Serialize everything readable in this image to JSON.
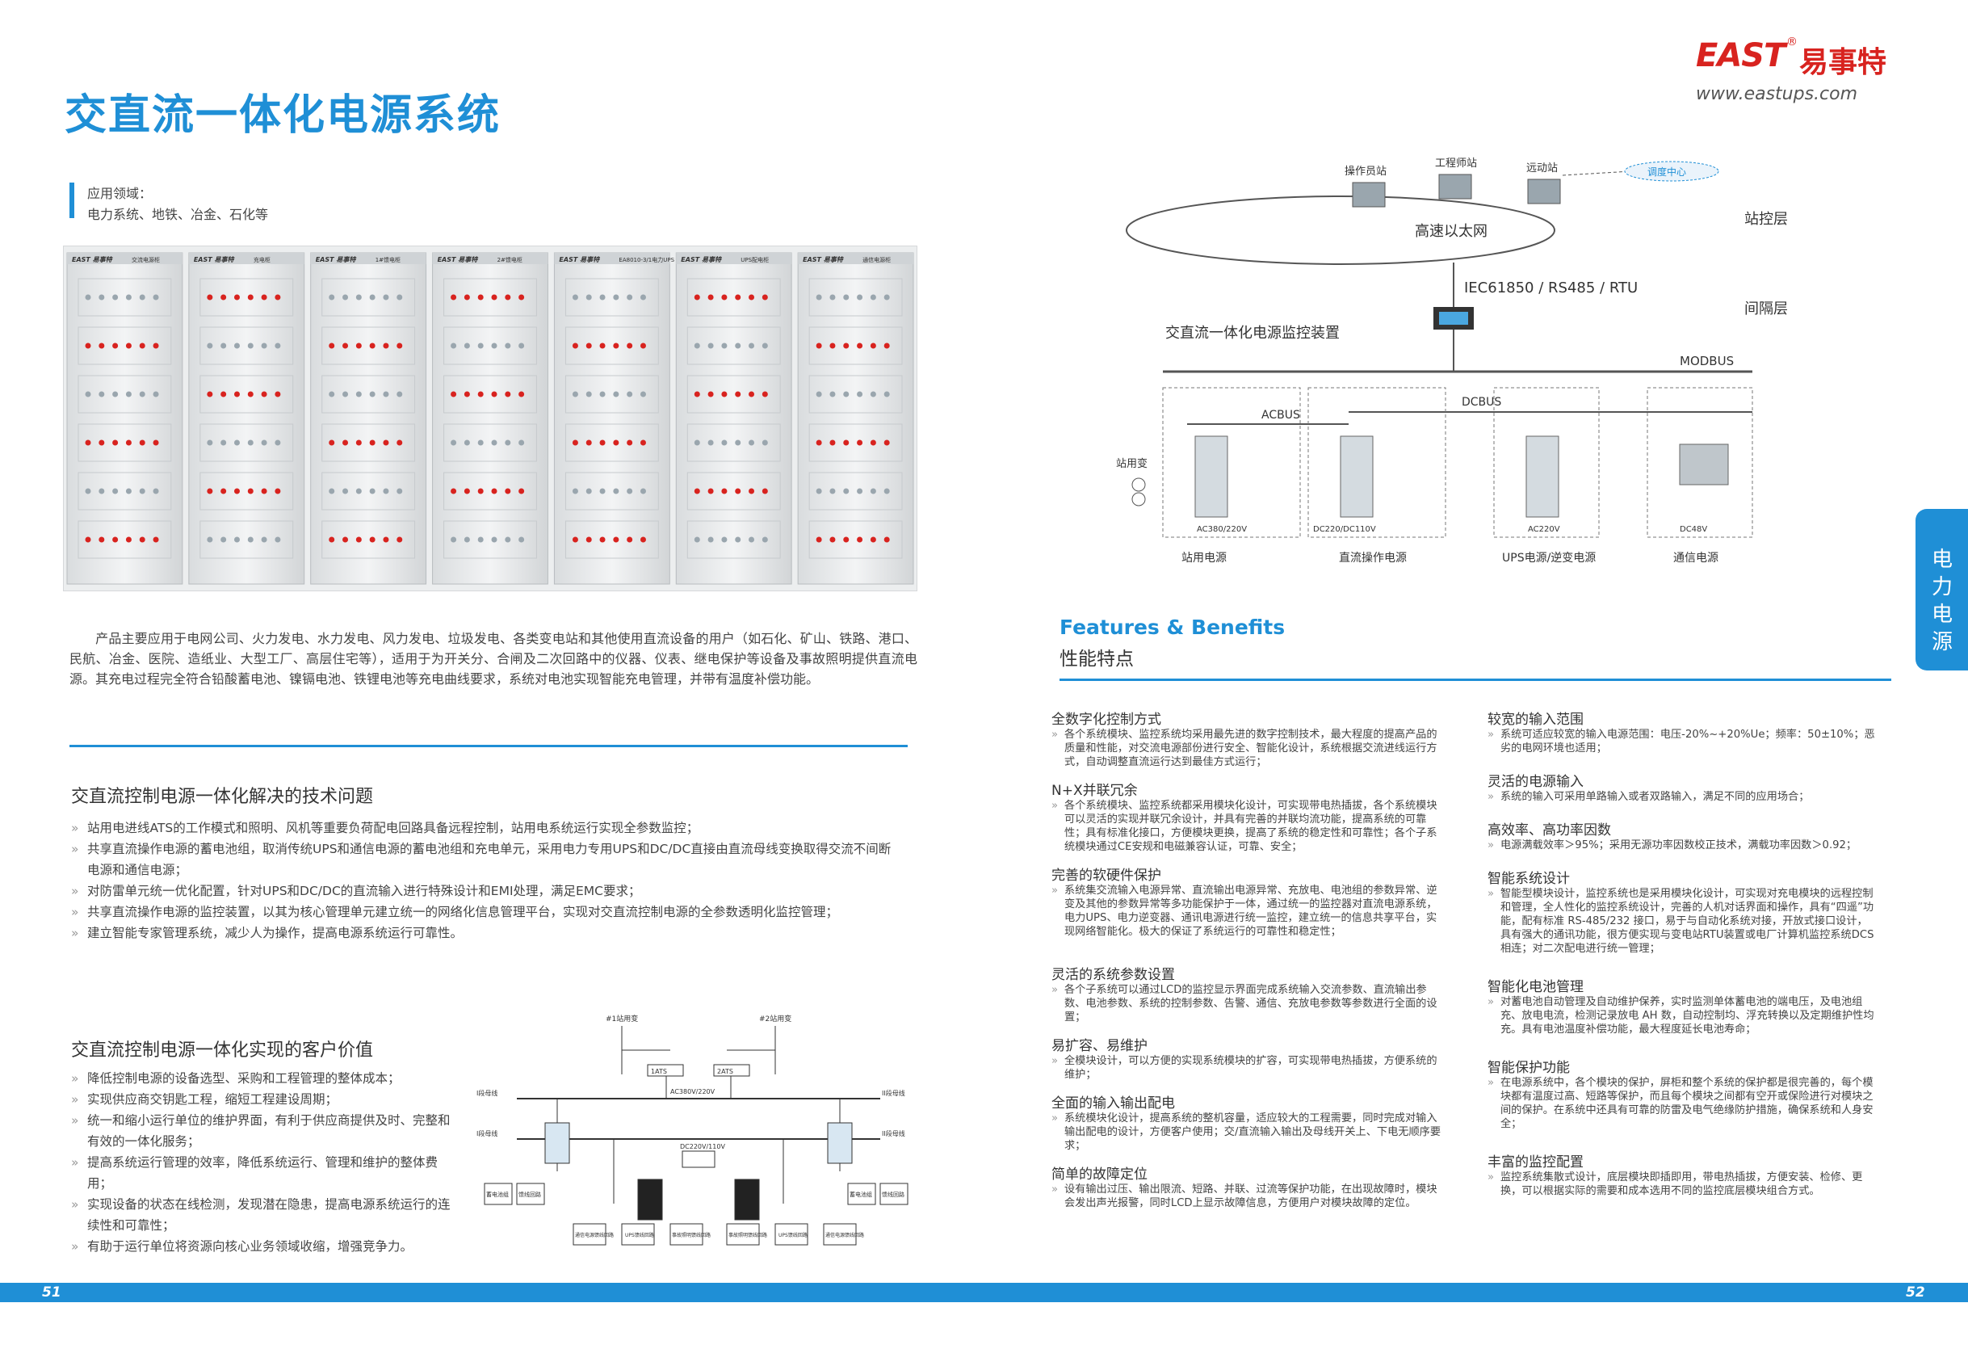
{
  "left_page": {
    "title": "交直流一体化电源系统",
    "application_label": "应用领域：",
    "application_fields": "电力系统、地铁、冶金、石化等",
    "cabinet_brand": "EAST",
    "cabinet_brand_cn": "易事特",
    "cabinet_names": [
      "交流电源柜",
      "充电柜",
      "1#馈电柜",
      "2#馈电柜",
      "EA8010-3/1电力UPS",
      "UPS配电柜",
      "通信电源柜"
    ],
    "intro": "产品主要应用于电网公司、火力发电、水力发电、风力发电、垃圾发电、各类变电站和其他使用直流设备的用户（如石化、矿山、铁路、港口、民航、冶金、医院、造纸业、大型工厂、高层住宅等），适用于为开关分、合闸及二次回路中的仪器、仪表、继电保护等设备及事故照明提供直流电源。其充电过程完全符合铅酸蓄电池、镍镉电池、铁锂电池等充电曲线要求，系统对电池实现智能充电管理，并带有温度补偿功能。",
    "section1": {
      "title": "交直流控制电源一体化解决的技术问题",
      "items": [
        "站用电进线ATS的工作模式和照明、风机等重要负荷配电回路具备远程控制，站用电系统运行实现全参数监控；",
        "共享直流操作电源的蓄电池组，取消传统UPS和通信电源的蓄电池组和充电单元，采用电力专用UPS和DC/DC直接由直流母线变换取得交流不间断电源和通信电源；",
        "对防雷单元统一优化配置，针对UPS和DC/DC的直流输入进行特殊设计和EMI处理，满足EMC要求；",
        "共享直流操作电源的监控装置，以其为核心管理单元建立统一的网络化信息管理平台，实现对交直流控制电源的全参数透明化监控管理；",
        "建立智能专家管理系统，减少人为操作，提高电源系统运行可靠性。"
      ]
    },
    "section2": {
      "title": "交直流控制电源一体化实现的客户价值",
      "items": [
        "降低控制电源的设备选型、采购和工程管理的整体成本；",
        "实现供应商交钥匙工程，缩短工程建设周期；",
        "统一和缩小运行单位的维护界面，有利于供应商提供及时、完整和有效的一体化服务；",
        "提高系统运行管理的效率，降低系统运行、管理和维护的整体费用；",
        "实现设备的状态在线检测，发现潜在隐患，提高电源系统运行的连续性和可靠性；",
        "有助于运行单位将资源向核心业务领域收缩，增强竞争力。"
      ]
    },
    "circuit": {
      "incoming1": "#1站用变",
      "incoming2": "#2站用变",
      "ats1": "1ATS",
      "ats2": "2ATS",
      "bus_ac": "AC380V/220V",
      "bus_dc": "DC220V/110V",
      "seg_left_top": "I段母线",
      "seg_right_top": "II段母线",
      "seg_left_bottom": "I段母线",
      "seg_right_bottom": "II段母线",
      "boxes": [
        "蓄电池组",
        "馈线回路",
        "通信电源馈线回路",
        "UPS馈线回路",
        "事故照明馈线回路"
      ]
    },
    "page_number": "51"
  },
  "right_page": {
    "logo_text": "EAST",
    "logo_reg": "®",
    "logo_cn": "易事特",
    "website": "www.eastups.com",
    "side_tab": "电力电源",
    "topology": {
      "stations": [
        "操作员站",
        "工程师站",
        "远动站"
      ],
      "dispatch": "调度中心",
      "network": "高速以太网",
      "layer_station": "站控层",
      "protocol": "IEC61850 / RS485 / RTU",
      "layer_bay": "间隔层",
      "monitor": "交直流一体化电源监控装置",
      "modbus": "MODBUS",
      "acbus": "ACBUS",
      "dcbus": "DCBUS",
      "transformer_label": "站用变",
      "voltages": [
        "AC380/220V",
        "DC220/DC110V",
        "AC220V",
        "DC48V"
      ],
      "subsystems": [
        "站用电源",
        "直流操作电源",
        "UPS电源/逆变电源",
        "通信电源"
      ]
    },
    "features_en": "Features & Benefits",
    "features_cn": "性能特点",
    "features_left": [
      {
        "title": "全数字化控制方式",
        "body": "各个系统模块、监控系统均采用最先进的数字控制技术，最大程度的提高产品的质量和性能，对交流电源部份进行安全、智能化设计，系统根据交流进线运行方式，自动调整直流运行达到最佳方式运行；"
      },
      {
        "title": "N+X并联冗余",
        "body": "各个系统模块、监控系统都采用模块化设计，可实现带电热插拔，各个系统模块可以灵活的实现并联冗余设计，并具有完善的并联均流功能，提高系统的可靠性；具有标准化接口，方便模块更换，提高了系统的稳定性和可靠性；各个子系统模块通过CE安规和电磁兼容认证，可靠、安全；"
      },
      {
        "title": "完善的软硬件保护",
        "body": "系统集交流输入电源异常、直流输出电源异常、充放电、电池组的参数异常、逆变及其他的参数异常等多功能保护于一体，通过统一的监控器对直流电源系统，电力UPS、电力逆变器、通讯电源进行统一监控，建立统一的信息共享平台，实现网络智能化。极大的保证了系统运行的可靠性和稳定性；"
      },
      {
        "title": "灵活的系统参数设置",
        "body": "各个子系统可以通过LCD的监控显示界面完成系统输入交流参数、直流输出参数、电池参数、系统的控制参数、告警、通信、充放电参数等参数进行全面的设置；"
      },
      {
        "title": "易扩容、易维护",
        "body": "全模块设计，可以方便的实现系统模块的扩容，可实现带电热插拔，方便系统的维护；"
      },
      {
        "title": "全面的输入输出配电",
        "body": "系统模块化设计，提高系统的整机容量，适应较大的工程需要，同时完成对输入输出配电的设计，方便客户使用；交/直流输入输出及母线开关上、下电无顺序要求；"
      },
      {
        "title": "简单的故障定位",
        "body": "设有输出过压、输出限流、短路、并联、过流等保护功能，在出现故障时，模块会发出声光报警，同时LCD上显示故障信息，方便用户对模块故障的定位。"
      }
    ],
    "features_right": [
      {
        "title": "较宽的输入范围",
        "body": "系统可适应较宽的输入电源范围：电压-20%~+20%Ue；频率：50±10%；恶劣的电网环境也适用；"
      },
      {
        "title": "灵活的电源输入",
        "body": "系统的输入可采用单路输入或者双路输入，满足不同的应用场合；"
      },
      {
        "title": "高效率、高功率因数",
        "body": "电源满载效率＞95%；采用无源功率因数校正技术，满载功率因数＞0.92；"
      },
      {
        "title": "智能系统设计",
        "body": "智能型模块设计，监控系统也是采用模块化设计，可实现对充电模块的远程控制和管理，全人性化的监控系统设计，完善的人机对话界面和操作，具有“四遥”功能，配有标准 RS-485/232 接口，易于与自动化系统对接，开放式接口设计，具有强大的通讯功能，很方便实现与变电站RTU装置或电厂计算机监控系统DCS相连；对二次配电进行统一管理；"
      },
      {
        "title": "智能化电池管理",
        "body": "对蓄电池自动管理及自动维护保养，实时监测单体蓄电池的端电压，及电池组充、放电电流，检测记录放电 AH 数，自动控制均、浮充转换以及定期维护性均充。具有电池温度补偿功能，最大程度延长电池寿命；"
      },
      {
        "title": "智能保护功能",
        "body": "在电源系统中，各个模块的保护，屏柜和整个系统的保护都是很完善的，每个模块都有温度过高、短路等保护，而且每个模块之间都有空开或保险进行对模块之间的保护。在系统中还具有可靠的防雷及电气绝缘防护措施，确保系统和人身安全；"
      },
      {
        "title": "丰富的监控配置",
        "body": "监控系统集散式设计，底层模块即插即用，带电热插拔，方便安装、检修、更换，可以根据实际的需要和成本选用不同的监控底层模块组合方式。"
      }
    ],
    "page_number": "52"
  },
  "colors": {
    "accent": "#1f8fd6",
    "brand_red": "#d8231f"
  }
}
